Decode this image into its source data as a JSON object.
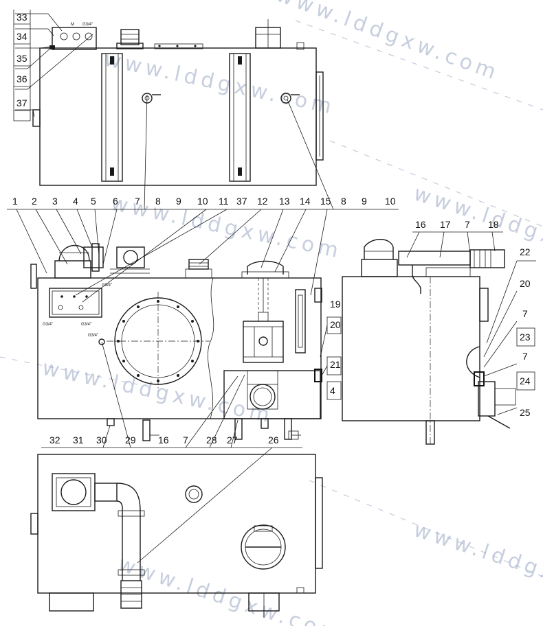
{
  "callouts_top": [
    "33",
    "34",
    "35",
    "36",
    "37"
  ],
  "callouts_row1": [
    "1",
    "2",
    "3",
    "4",
    "5",
    "6",
    "7",
    "8",
    "9",
    "10",
    "11",
    "37",
    "12",
    "13",
    "14",
    "15",
    "8",
    "9",
    "10"
  ],
  "callouts_side": [
    "16",
    "17",
    "7",
    "18",
    "22",
    "20",
    "7",
    "23",
    "7",
    "24",
    "25"
  ],
  "callouts_front": [
    "19",
    "20",
    "21",
    "4"
  ],
  "callouts_bottom": [
    "32",
    "31",
    "30",
    "29",
    "16",
    "7",
    "28",
    "27",
    "26"
  ],
  "small_labels": {
    "top_port_a": "M",
    "top_port_b": "G3/4\"",
    "front_panel_a": "G3/4\"",
    "front_panel_b": "G3/4\"",
    "front_panel_c": "G3/4\"",
    "front_plug": "G3/4\""
  },
  "watermark": {
    "text": "www.lddgxw.com",
    "color": "#9aa7c4"
  }
}
